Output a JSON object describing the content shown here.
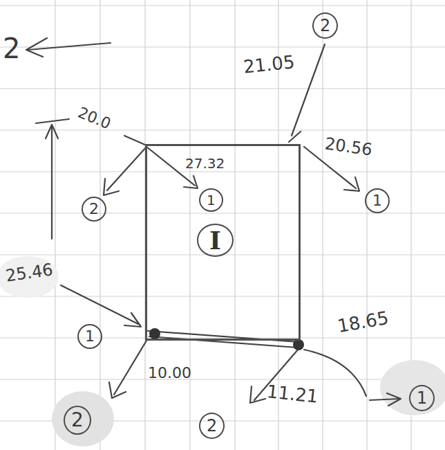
{
  "diagram": {
    "nodes": [
      {
        "text": [
          "I"
        ]
      }
    ],
    "labels": [
      "2",
      "21.05",
      "2",
      "20.0",
      "27.32",
      "20.56",
      "2",
      "1",
      "1",
      "25.46",
      "1",
      "10.00",
      "18.65",
      "11.21",
      "2",
      "2",
      "1"
    ]
  }
}
